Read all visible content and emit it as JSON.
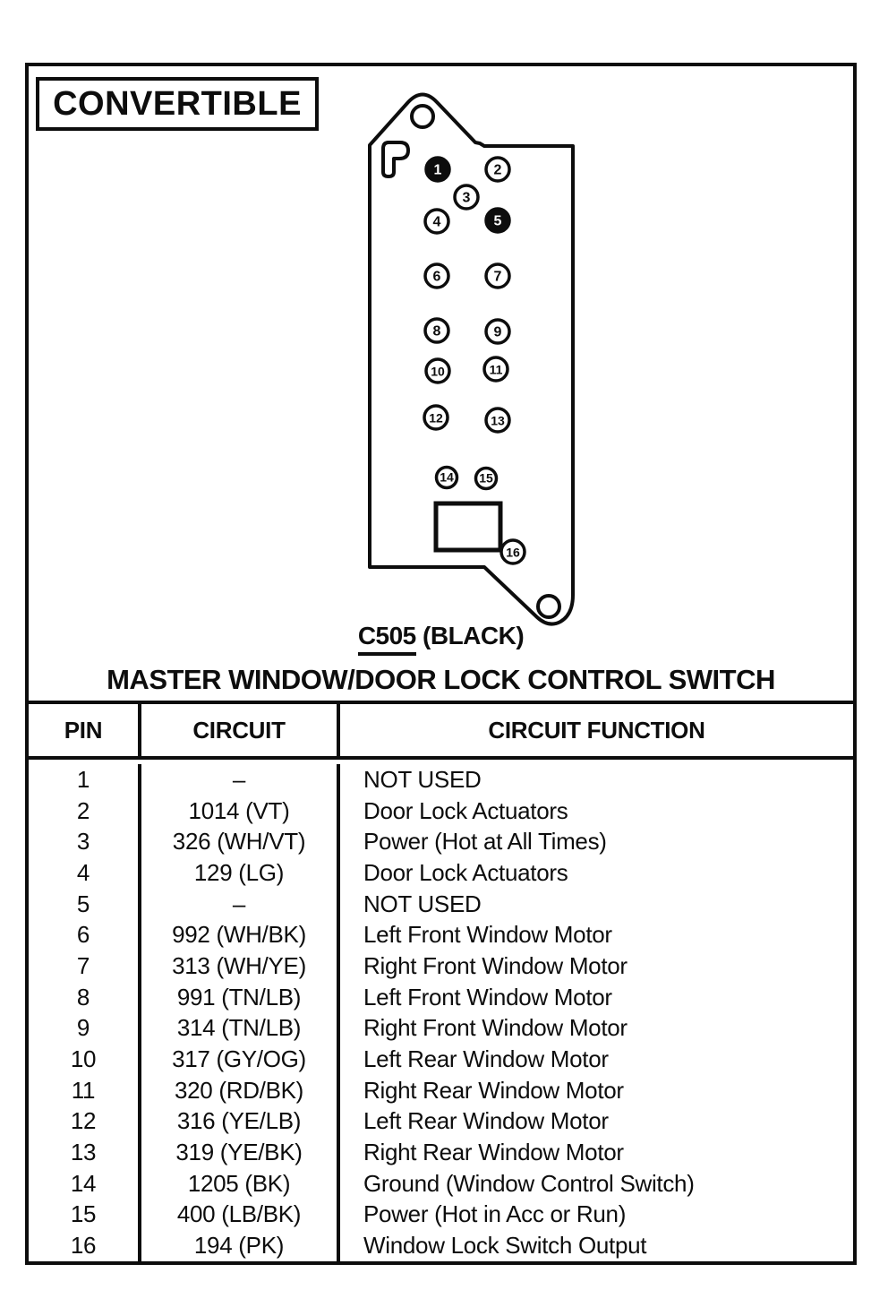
{
  "header": {
    "variant": "CONVERTIBLE",
    "connector_code": "C505",
    "connector_color": "(BLACK)",
    "title": "MASTER WINDOW/DOOR LOCK CONTROL SWITCH"
  },
  "connector": {
    "pins": [
      {
        "n": "1",
        "filled": true
      },
      {
        "n": "2",
        "filled": false
      },
      {
        "n": "3",
        "filled": false
      },
      {
        "n": "4",
        "filled": false
      },
      {
        "n": "5",
        "filled": true
      },
      {
        "n": "6",
        "filled": false
      },
      {
        "n": "7",
        "filled": false
      },
      {
        "n": "8",
        "filled": false
      },
      {
        "n": "9",
        "filled": false
      },
      {
        "n": "10",
        "filled": false
      },
      {
        "n": "11",
        "filled": false
      },
      {
        "n": "12",
        "filled": false
      },
      {
        "n": "13",
        "filled": false
      },
      {
        "n": "14",
        "filled": false
      },
      {
        "n": "15",
        "filled": false
      },
      {
        "n": "16",
        "filled": false
      }
    ]
  },
  "table": {
    "headers": [
      "PIN",
      "CIRCUIT",
      "CIRCUIT FUNCTION"
    ],
    "rows": [
      [
        "1",
        "–",
        "NOT USED"
      ],
      [
        "2",
        "1014 (VT)",
        "Door Lock Actuators"
      ],
      [
        "3",
        "326 (WH/VT)",
        "Power (Hot at All Times)"
      ],
      [
        "4",
        "129 (LG)",
        "Door Lock Actuators"
      ],
      [
        "5",
        "–",
        "NOT USED"
      ],
      [
        "6",
        "992 (WH/BK)",
        "Left Front Window Motor"
      ],
      [
        "7",
        "313 (WH/YE)",
        "Right Front Window Motor"
      ],
      [
        "8",
        "991 (TN/LB)",
        "Left Front Window Motor"
      ],
      [
        "9",
        "314 (TN/LB)",
        "Right Front Window Motor"
      ],
      [
        "10",
        "317 (GY/OG)",
        "Left Rear Window Motor"
      ],
      [
        "11",
        "320 (RD/BK)",
        "Right Rear Window Motor"
      ],
      [
        "12",
        "316 (YE/LB)",
        "Left Rear Window Motor"
      ],
      [
        "13",
        "319 (YE/BK)",
        "Right Rear Window Motor"
      ],
      [
        "14",
        "1205 (BK)",
        "Ground (Window Control Switch)"
      ],
      [
        "15",
        "400 (LB/BK)",
        "Power (Hot in Acc or Run)"
      ],
      [
        "16",
        "194 (PK)",
        "Window Lock Switch Output"
      ]
    ]
  },
  "colors": {
    "ink": "#0d0d0d",
    "paper": "#ffffff"
  }
}
